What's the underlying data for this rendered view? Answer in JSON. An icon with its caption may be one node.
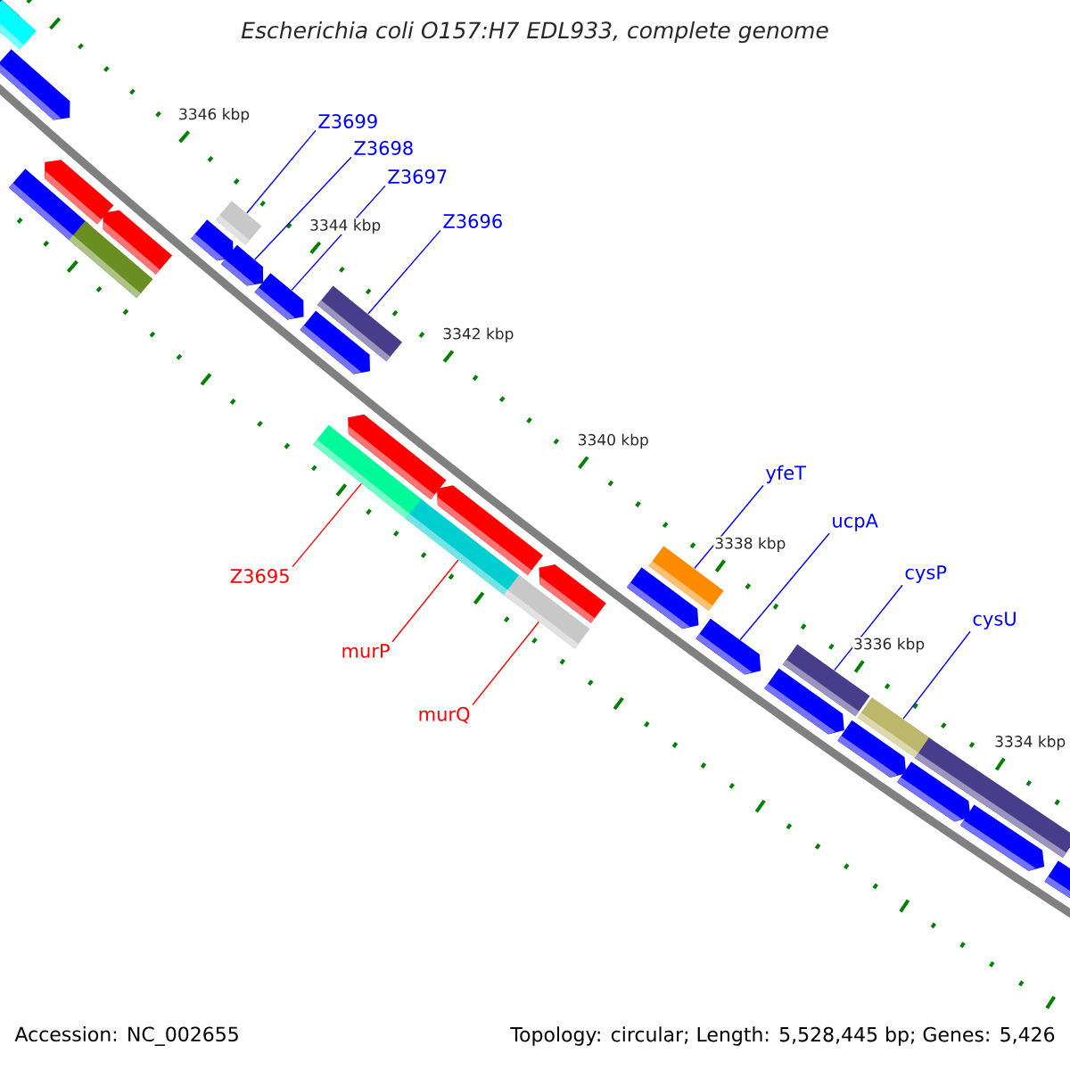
{
  "diagram": {
    "title": "Escherichia coli O157:H7 EDL933, complete genome",
    "nodes": [
      {
        "text": [
          "Z3699"
        ]
      },
      {
        "text": [
          "Z3698"
        ]
      },
      {
        "text": [
          "Z3697"
        ]
      },
      {
        "text": [
          "Z3696"
        ]
      },
      {
        "text": [
          "Z3695"
        ]
      },
      {
        "text": [
          "murP"
        ]
      },
      {
        "text": [
          "murQ"
        ]
      },
      {
        "text": [
          "yfeT"
        ]
      },
      {
        "text": [
          "ucpA"
        ]
      },
      {
        "text": [
          "cysP"
        ]
      },
      {
        "text": [
          "cysU"
        ]
      },
      {
        "text": [],
        "shape": "bar"
      },
      {
        "text": [],
        "shape": "bar"
      },
      {
        "text": [],
        "shape": "bar"
      },
      {
        "text": [],
        "shape": "bar"
      },
      {
        "text": [],
        "shape": "bar"
      },
      {
        "text": [],
        "shape": "bar"
      },
      {
        "text": [],
        "shape": "bar"
      },
      {
        "text": [],
        "shape": "bar"
      },
      {
        "text": [],
        "shape": "bar"
      },
      {
        "text": [],
        "shape": "bar"
      },
      {
        "text": [],
        "shape": "bar"
      },
      {
        "text": [],
        "shape": "bar"
      },
      {
        "text": [],
        "shape": "bar"
      },
      {
        "text": [],
        "shape": "bar"
      },
      {
        "text": [],
        "shape": "bar"
      },
      {
        "text": [],
        "shape": "bar"
      },
      {
        "text": [],
        "shape": "bar"
      },
      {
        "text": [],
        "shape": "bar"
      },
      {
        "text": [],
        "shape": "bar"
      },
      {
        "text": [],
        "shape": "bar"
      },
      {
        "text": [],
        "shape": "bar"
      },
      {
        "text": [],
        "shape": "bar"
      },
      {
        "text": [],
        "shape": "bar"
      },
      {
        "text": [],
        "shape": "bar"
      },
      {
        "text": [],
        "shape": "bar"
      },
      {
        "text": [],
        "shape": "bar"
      },
      {
        "text": [],
        "shape": "bar"
      },
      {
        "text": [],
        "shape": "bar"
      },
      {
        "text": [],
        "shape": "bar"
      },
      {
        "text": [],
        "shape": "bar"
      }
    ],
    "edges": [
      {
        "from": 0,
        "to": 19,
        "arrow": "none"
      },
      {
        "from": 1,
        "to": 20,
        "arrow": "none"
      },
      {
        "from": 2,
        "to": 21,
        "arrow": "none"
      },
      {
        "from": 3,
        "to": 23,
        "arrow": "none"
      },
      {
        "from": 4,
        "to": 24,
        "arrow": "none",
        "color": "#ff0000"
      },
      {
        "from": 5,
        "to": 26,
        "arrow": "none",
        "color": "#ff0000"
      },
      {
        "from": 6,
        "to": 28,
        "arrow": "none",
        "color": "#ff0000"
      },
      {
        "from": 7,
        "to": 31,
        "arrow": "none"
      },
      {
        "from": 8,
        "to": 32,
        "arrow": "none"
      },
      {
        "from": 9,
        "to": 34,
        "arrow": "none"
      },
      {
        "from": 10,
        "to": 36,
        "arrow": "none"
      }
    ],
    "labels": [
      "3346 kbp",
      "3344 kbp",
      "3342 kbp",
      "3340 kbp",
      "3338 kbp",
      "3336 kbp",
      "3334 kbp",
      "Accession: NC_002655",
      "Topology: circular; Length: 5,528,445 bp; Genes: 5,426"
    ]
  }
}
